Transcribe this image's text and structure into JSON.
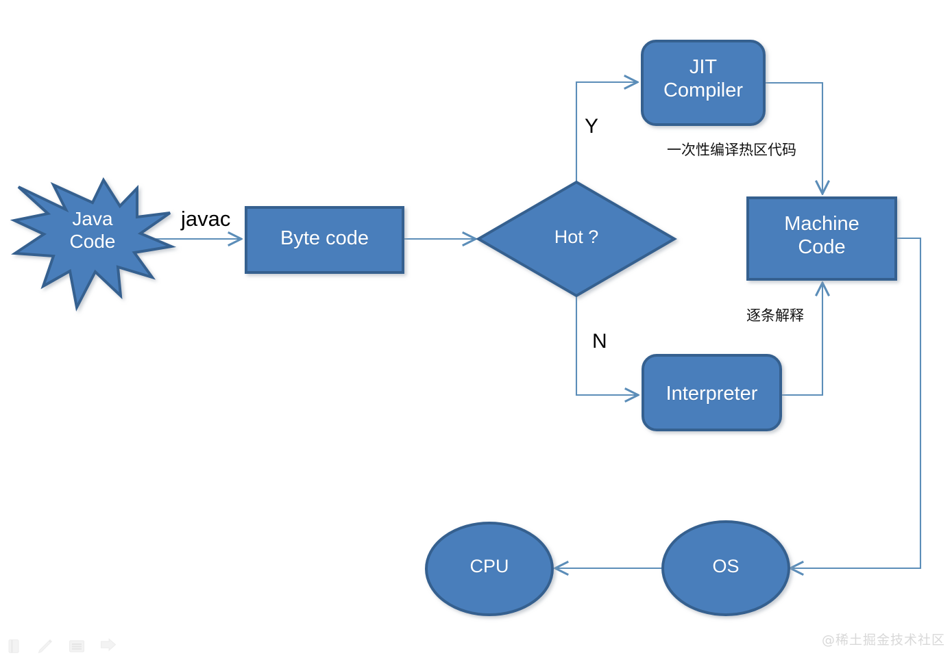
{
  "diagram": {
    "title": "Java code execution flow (JIT / Interpreter)",
    "type": "flowchart",
    "colors": {
      "node_fill": "#4a7ebb",
      "node_stroke": "#35618f",
      "edge_stroke": "#5b8db8",
      "node_text": "#ffffff",
      "label_text": "#000000",
      "background": "#ffffff",
      "watermark_text": "#d8d8d8",
      "tool_icon": "#f0f0f0"
    },
    "nodes": [
      {
        "id": "java-code",
        "label": "Java\nCode",
        "shape": "explosion",
        "font_size": 28
      },
      {
        "id": "byte-code",
        "label": "Byte code",
        "shape": "rectangle",
        "font_size": 29
      },
      {
        "id": "hot",
        "label": "Hot ?",
        "shape": "diamond",
        "font_size": 27
      },
      {
        "id": "jit-compiler",
        "label": "JIT\nCompiler",
        "shape": "rounded-rect",
        "font_size": 29
      },
      {
        "id": "interpreter",
        "label": "Interpreter",
        "shape": "rounded-rect",
        "font_size": 29
      },
      {
        "id": "machine-code",
        "label": "Machine\nCode",
        "shape": "rectangle",
        "font_size": 29
      },
      {
        "id": "os",
        "label": "OS",
        "shape": "ellipse",
        "font_size": 27
      },
      {
        "id": "cpu",
        "label": "CPU",
        "shape": "ellipse",
        "font_size": 27
      }
    ],
    "edges": [
      {
        "id": "java-to-byte",
        "from": "java-code",
        "to": "byte-code",
        "label": "javac",
        "label_lang": "latin"
      },
      {
        "id": "byte-to-hot",
        "from": "byte-code",
        "to": "hot",
        "label": "",
        "label_lang": "latin"
      },
      {
        "id": "hot-yes-to-jit",
        "from": "hot",
        "to": "jit-compiler",
        "label": "Y",
        "label_lang": "latin"
      },
      {
        "id": "hot-no-to-interp",
        "from": "hot",
        "to": "interpreter",
        "label": "N",
        "label_lang": "latin"
      },
      {
        "id": "jit-to-machine",
        "from": "jit-compiler",
        "to": "machine-code",
        "label": "一次性编译热区代码",
        "label_lang": "cjk"
      },
      {
        "id": "interp-to-machine",
        "from": "interpreter",
        "to": "machine-code",
        "label": "逐条解释",
        "label_lang": "cjk"
      },
      {
        "id": "machine-to-os",
        "from": "machine-code",
        "to": "os",
        "label": "",
        "label_lang": "latin"
      },
      {
        "id": "os-to-cpu",
        "from": "os",
        "to": "cpu",
        "label": "",
        "label_lang": "latin"
      }
    ]
  },
  "labels": {
    "java_code": "Java\nCode",
    "byte_code": "Byte code",
    "hot": "Hot ?",
    "jit_compiler": "JIT\nCompiler",
    "interpreter": "Interpreter",
    "machine_code": "Machine\nCode",
    "os": "OS",
    "cpu": "CPU",
    "javac": "javac",
    "yes": "Y",
    "no": "N",
    "jit_note": "一次性编译热区代码",
    "interp_note": "逐条解释"
  },
  "watermark": {
    "text": "@稀土掘金技术社区"
  },
  "toolbar": {
    "icons": [
      {
        "name": "crop-icon",
        "label": "Crop"
      },
      {
        "name": "pencil-icon",
        "label": "Draw"
      },
      {
        "name": "lines-icon",
        "label": "Text"
      },
      {
        "name": "share-icon",
        "label": "Share"
      }
    ]
  }
}
